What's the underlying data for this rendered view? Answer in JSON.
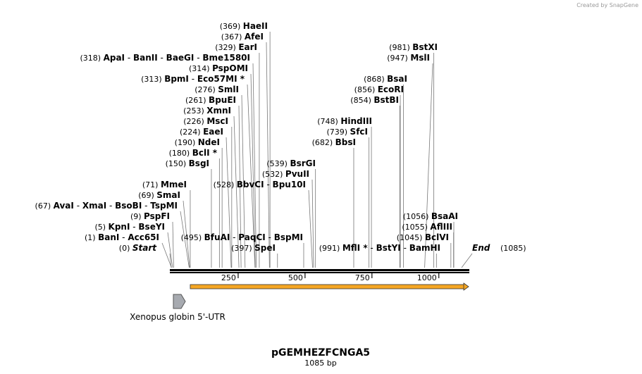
{
  "watermark": "Created by SnapGene",
  "plasmid": {
    "name": "pGEMHEZFCNGA5",
    "length_label": "1085 bp",
    "length": 1085
  },
  "ruler": {
    "ticks": [
      {
        "value": 250,
        "label": "250"
      },
      {
        "value": 500,
        "label": "500"
      },
      {
        "value": 750,
        "label": "750"
      },
      {
        "value": 1000,
        "label": "1000"
      }
    ]
  },
  "ends": {
    "start": {
      "pos": 0,
      "pos_label": "(0)",
      "name": "Start"
    },
    "end": {
      "pos": 1085,
      "pos_label": "(1085)",
      "name": "End"
    }
  },
  "features": [
    {
      "name": "Xenopus globin 5'-UTR",
      "start": 1,
      "end": 50,
      "color": "#a7aab0"
    }
  ],
  "orf": {
    "start": 71,
    "end": 1085,
    "color": "#f5a623"
  },
  "sites": [
    {
      "pos": 1,
      "pos_label": "(1)",
      "names": [
        "BanI",
        "Acc65I"
      ]
    },
    {
      "pos": 5,
      "pos_label": "(5)",
      "names": [
        "KpnI",
        "BseYI"
      ]
    },
    {
      "pos": 9,
      "pos_label": "(9)",
      "names": [
        "PspFI"
      ]
    },
    {
      "pos": 67,
      "pos_label": "(67)",
      "names": [
        "AvaI",
        "XmaI",
        "BsoBI",
        "TspMI"
      ]
    },
    {
      "pos": 69,
      "pos_label": "(69)",
      "names": [
        "SmaI"
      ]
    },
    {
      "pos": 71,
      "pos_label": "(71)",
      "names": [
        "MmeI"
      ]
    },
    {
      "pos": 150,
      "pos_label": "(150)",
      "names": [
        "BsgI"
      ]
    },
    {
      "pos": 180,
      "pos_label": "(180)",
      "names": [
        "BclI *"
      ]
    },
    {
      "pos": 190,
      "pos_label": "(190)",
      "names": [
        "NdeI"
      ]
    },
    {
      "pos": 224,
      "pos_label": "(224)",
      "names": [
        "EaeI"
      ]
    },
    {
      "pos": 226,
      "pos_label": "(226)",
      "names": [
        "MscI"
      ]
    },
    {
      "pos": 253,
      "pos_label": "(253)",
      "names": [
        "XmnI"
      ]
    },
    {
      "pos": 261,
      "pos_label": "(261)",
      "names": [
        "BpuEI"
      ]
    },
    {
      "pos": 276,
      "pos_label": "(276)",
      "names": [
        "SmlI"
      ]
    },
    {
      "pos": 313,
      "pos_label": "(313)",
      "names": [
        "BpmI",
        "Eco57MI *"
      ]
    },
    {
      "pos": 314,
      "pos_label": "(314)",
      "names": [
        "PspOMI"
      ]
    },
    {
      "pos": 318,
      "pos_label": "(318)",
      "names": [
        "ApaI",
        "BanII",
        "BaeGI",
        "Bme1580I"
      ]
    },
    {
      "pos": 329,
      "pos_label": "(329)",
      "names": [
        "EarI"
      ]
    },
    {
      "pos": 367,
      "pos_label": "(367)",
      "names": [
        "AfeI"
      ]
    },
    {
      "pos": 369,
      "pos_label": "(369)",
      "names": [
        "HaeII"
      ]
    },
    {
      "pos": 397,
      "pos_label": "(397)",
      "names": [
        "SpeI"
      ]
    },
    {
      "pos": 495,
      "pos_label": "(495)",
      "names": [
        "BfuAI",
        "PaqCI",
        "BspMI"
      ]
    },
    {
      "pos": 528,
      "pos_label": "(528)",
      "names": [
        "BbvCI",
        "Bpu10I"
      ]
    },
    {
      "pos": 532,
      "pos_label": "(532)",
      "names": [
        "PvuII"
      ]
    },
    {
      "pos": 539,
      "pos_label": "(539)",
      "names": [
        "BsrGI"
      ]
    },
    {
      "pos": 682,
      "pos_label": "(682)",
      "names": [
        "BbsI"
      ]
    },
    {
      "pos": 739,
      "pos_label": "(739)",
      "names": [
        "SfcI"
      ]
    },
    {
      "pos": 748,
      "pos_label": "(748)",
      "names": [
        "HindIII"
      ]
    },
    {
      "pos": 854,
      "pos_label": "(854)",
      "names": [
        "BstBI"
      ]
    },
    {
      "pos": 856,
      "pos_label": "(856)",
      "names": [
        "EcoRI"
      ]
    },
    {
      "pos": 868,
      "pos_label": "(868)",
      "names": [
        "BsaI"
      ]
    },
    {
      "pos": 947,
      "pos_label": "(947)",
      "names": [
        "MslI"
      ]
    },
    {
      "pos": 981,
      "pos_label": "(981)",
      "names": [
        "BstXI"
      ]
    },
    {
      "pos": 991,
      "pos_label": "(991)",
      "names": [
        "MflI *",
        "BstYI",
        "BamHI"
      ]
    },
    {
      "pos": 1045,
      "pos_label": "(1045)",
      "names": [
        "BclVI"
      ]
    },
    {
      "pos": 1055,
      "pos_label": "(1055)",
      "names": [
        "AflIII"
      ]
    },
    {
      "pos": 1056,
      "pos_label": "(1056)",
      "names": [
        "BsaAI"
      ]
    }
  ]
}
